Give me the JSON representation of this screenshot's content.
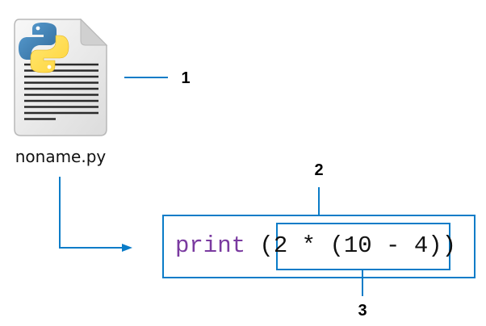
{
  "file": {
    "icon": "python-file-icon",
    "name": "noname.py"
  },
  "callouts": {
    "one": "1",
    "two": "2",
    "three": "3"
  },
  "code": {
    "keyword": "print",
    "space_open": " (",
    "inner_expression": "2 * (10 - 4)",
    "close": ")"
  },
  "colors": {
    "connector": "#0a7cc8",
    "keyword": "#7a3aa0",
    "text": "#111111"
  }
}
